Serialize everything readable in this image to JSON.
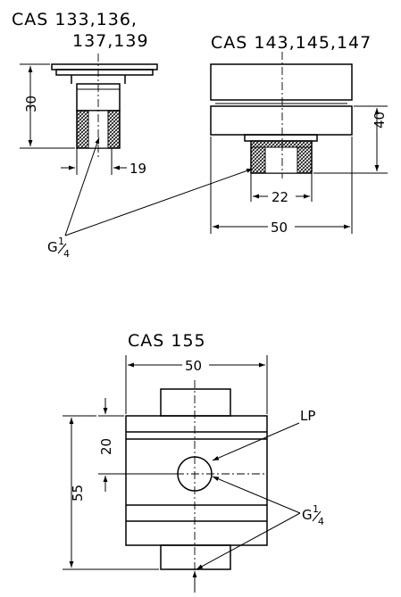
{
  "labels": {
    "cas_group1_line1": "CAS 133,136,",
    "cas_group1_line2": "137,139",
    "cas_group2": "CAS 143,145,147",
    "cas_group3": "CAS 155",
    "thread_g": "G",
    "thread_frac_num": "1",
    "thread_frac_den": "4",
    "lp": "LP"
  },
  "dimensions": {
    "height_30": "30",
    "width_19": "19",
    "width_22": "22",
    "width_50_top": "50",
    "height_40": "40",
    "width_50_bottom": "50",
    "height_20": "20",
    "height_55": "55"
  },
  "colors": {
    "line": "#000000",
    "background": "#ffffff"
  }
}
